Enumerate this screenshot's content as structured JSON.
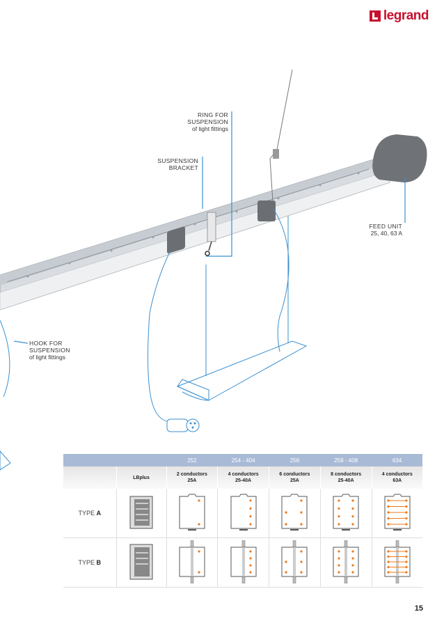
{
  "brand": {
    "name": "legrand",
    "color": "#c8102e"
  },
  "callouts": {
    "ring": {
      "line1": "RING FOR",
      "line2": "SUSPENSION",
      "line3": "of light fittings"
    },
    "bracket": {
      "line1": "SUSPENSION",
      "line2": "BRACKET"
    },
    "feed": {
      "line1": "FEED UNIT",
      "line2": "25, 40, 63 A"
    },
    "hook": {
      "line1": "HOOK FOR",
      "line2": "SUSPENSION",
      "line3": "of light fittings"
    }
  },
  "table": {
    "header": [
      "252",
      "254 - 404",
      "256",
      "258 - 408",
      "634"
    ],
    "lbplus": "LBplus",
    "conductors": [
      {
        "line1": "2 conductors",
        "line2": "25A"
      },
      {
        "line1": "4 conductors",
        "line2": "25-40A"
      },
      {
        "line1": "6 conductors",
        "line2": "25A"
      },
      {
        "line1": "8 conductors",
        "line2": "25-40A"
      },
      {
        "line1": "4 conductors",
        "line2": "63A"
      }
    ],
    "type_a": {
      "prefix": "TYPE ",
      "letter": "A"
    },
    "type_b": {
      "prefix": "TYPE ",
      "letter": "B"
    },
    "header_color": "#a9bad6",
    "dot_color": "#f07a1a"
  },
  "page_number": "15"
}
